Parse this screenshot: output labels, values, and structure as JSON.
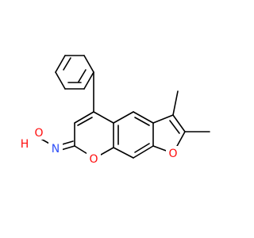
{
  "molecule": {
    "atoms": {
      "oxime_oxygen": {
        "text": "O",
        "color": "#ff0d0d"
      },
      "oxime_hydrogen": {
        "text": "H",
        "color": "#ff0d0d"
      },
      "oxime_nitrogen": {
        "text": "N",
        "color": "#3050f8"
      },
      "pyran_oxygen": {
        "text": "O",
        "color": "#ff0d0d"
      },
      "furan_oxygen": {
        "text": "O",
        "color": "#ff0d0d"
      }
    },
    "bond_color": "#000000"
  }
}
